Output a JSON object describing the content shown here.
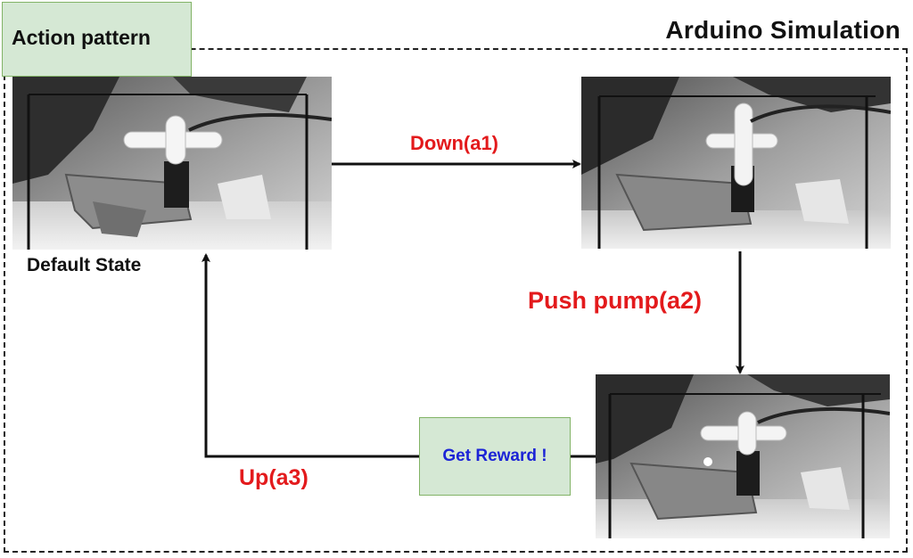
{
  "header": {
    "pattern_label": "Action pattern",
    "simulation_title": "Arduino Simulation"
  },
  "states": {
    "default_label": "Default State"
  },
  "actions": {
    "down": "Down(a1)",
    "push": "Push pump(a2)",
    "up": "Up(a3)"
  },
  "reward": {
    "label": "Get Reward !"
  },
  "colors": {
    "action_text": "#e31a1c",
    "reward_text": "#1c24d6",
    "box_fill": "#d5e8d4",
    "box_border": "#82b366"
  }
}
